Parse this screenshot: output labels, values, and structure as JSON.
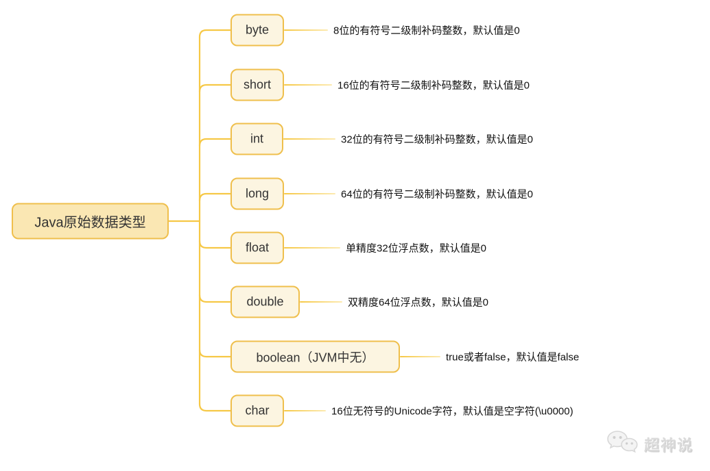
{
  "diagram": {
    "title": "Java primitive data types mind map",
    "root": {
      "label": "Java原始数据类型"
    },
    "nodes": [
      {
        "label": "byte",
        "description": "8位的有符号二级制补码整数，默认值是0"
      },
      {
        "label": "short",
        "description": "16位的有符号二级制补码整数，默认值是0"
      },
      {
        "label": "int",
        "description": "32位的有符号二级制补码整数，默认值是0"
      },
      {
        "label": "long",
        "description": "64位的有符号二级制补码整数，默认值是0"
      },
      {
        "label": "float",
        "description": "单精度32位浮点数，默认值是0"
      },
      {
        "label": "double",
        "description": "双精度64位浮点数，默认值是0"
      },
      {
        "label": "boolean（JVM中无）",
        "description": "true或者false，默认值是false"
      },
      {
        "label": "char",
        "description": "16位无符号的Unicode字符，默认值是空字符(\\u0000)"
      }
    ],
    "colors": {
      "node_border": "#efbf4c",
      "child_fill": "#fcf5e1",
      "root_fill": "#fae7b3",
      "connector_line": "#f6c845",
      "connector_fade": "#fceab0",
      "node_text": "#333333",
      "description_text": "#111111",
      "watermark_gray": "#dadada",
      "background": "#ffffff"
    },
    "watermark": {
      "text": "超神说",
      "icon": "wechat-bubbles-icon"
    }
  }
}
